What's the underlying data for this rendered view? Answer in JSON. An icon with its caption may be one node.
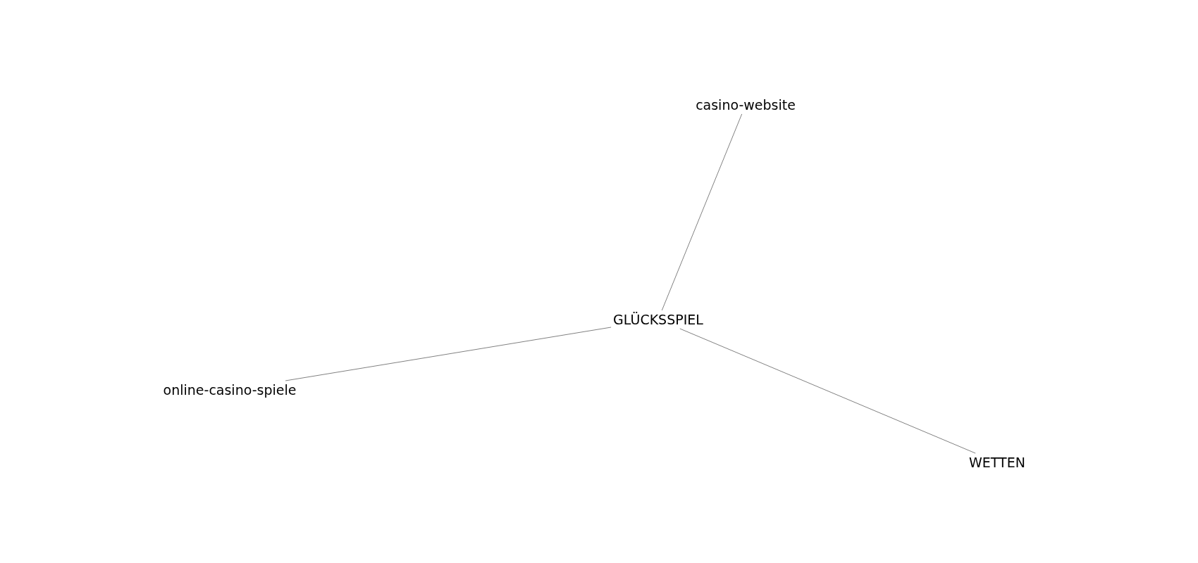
{
  "diagram": {
    "nodes": [
      {
        "text": [
          "casino-website"
        ]
      },
      {
        "text": [
          "GLÜCKSSPIEL"
        ]
      },
      {
        "text": [
          "online-casino-spiele"
        ]
      },
      {
        "text": [
          "WETTEN"
        ]
      }
    ],
    "edges": [
      {
        "from": 1,
        "to": 0,
        "arrow": "none"
      },
      {
        "from": 1,
        "to": 2,
        "arrow": "none"
      },
      {
        "from": 1,
        "to": 3,
        "arrow": "none"
      }
    ]
  }
}
